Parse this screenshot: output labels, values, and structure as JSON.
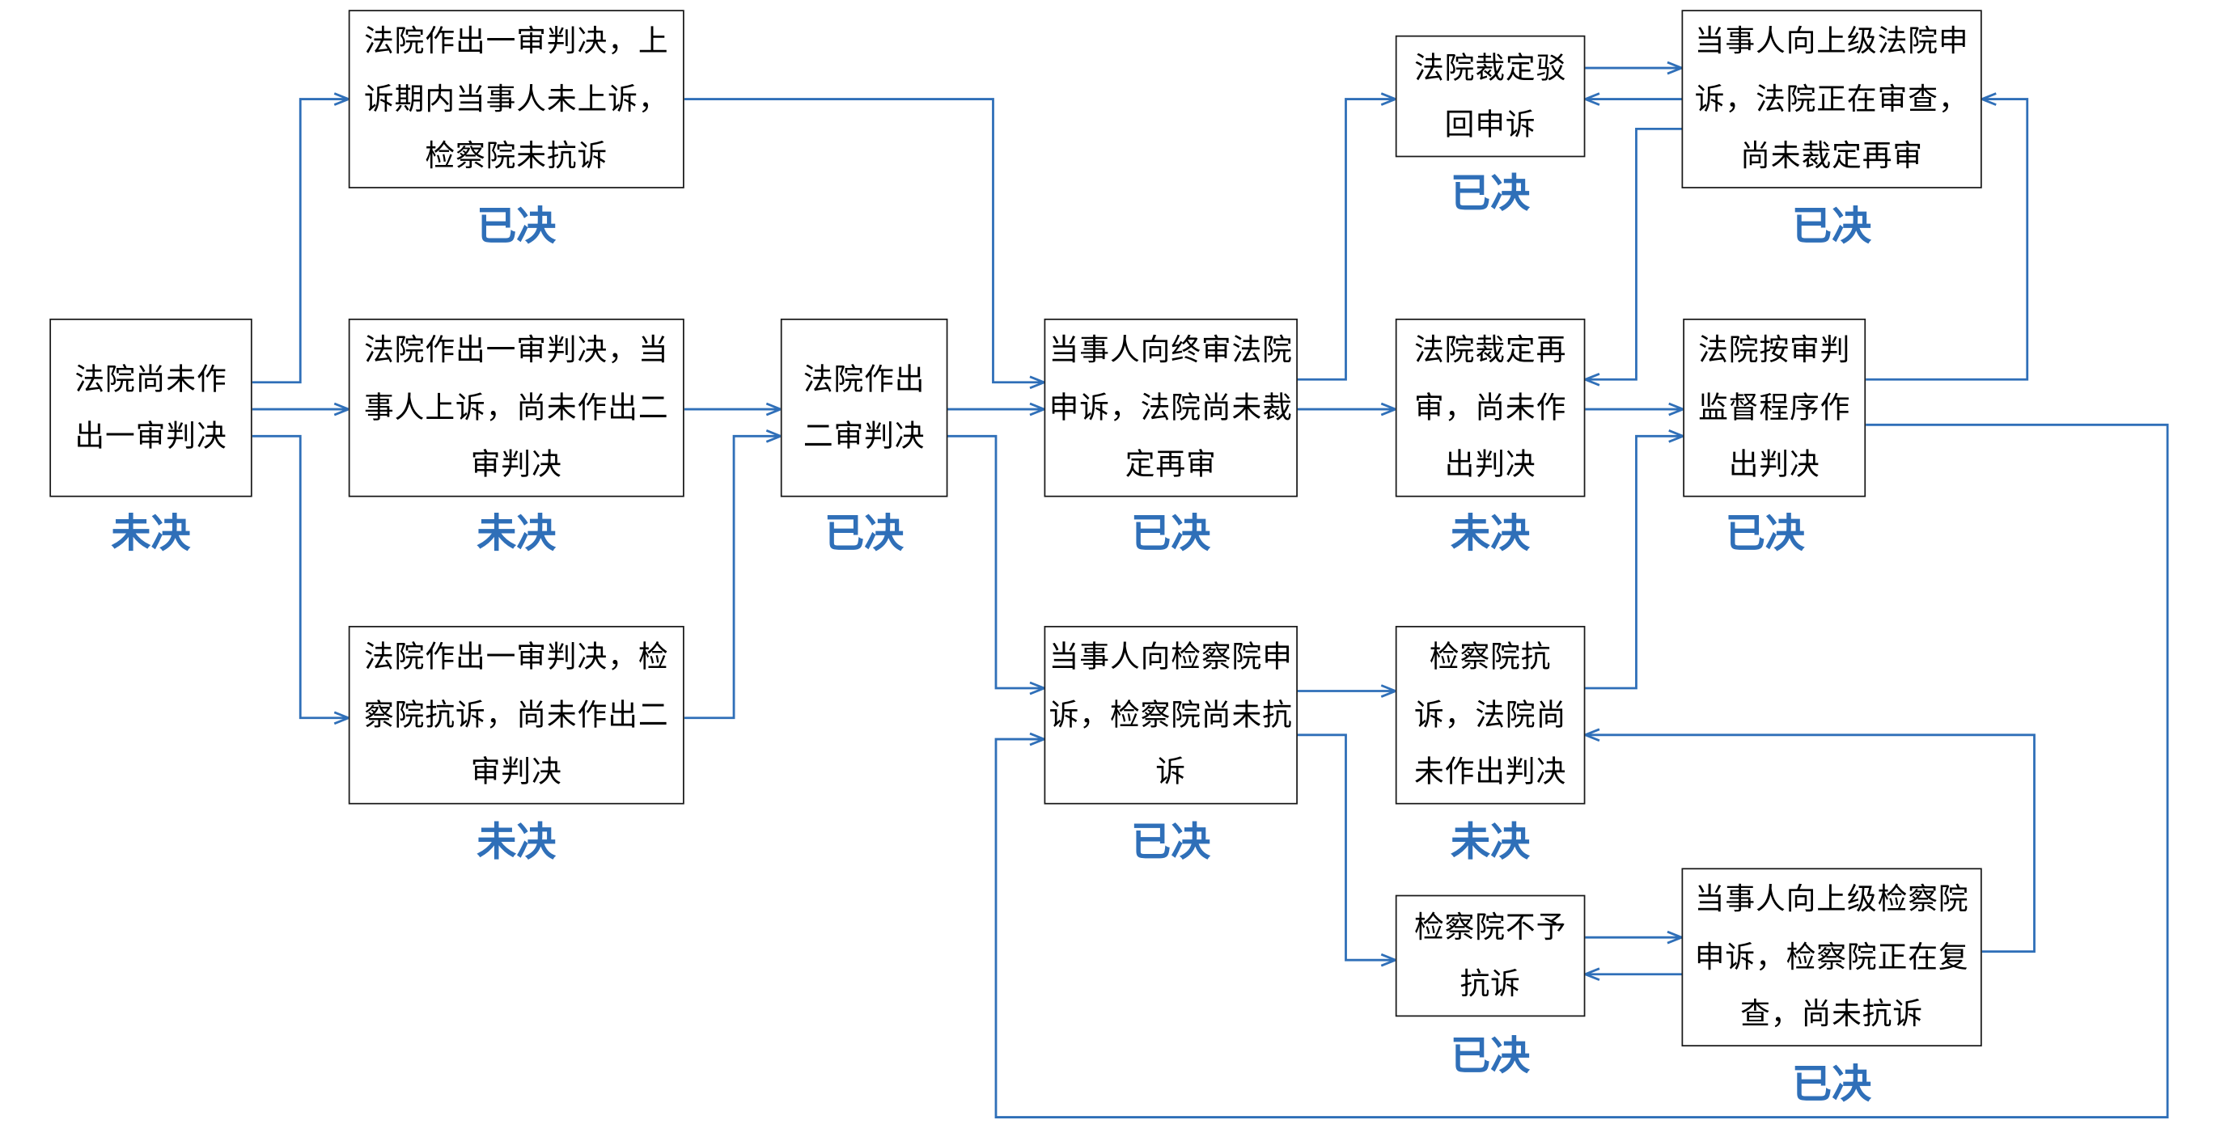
{
  "nodes": {
    "n_initial": {
      "text": "法院尚未作出一审判决",
      "status": "未决"
    },
    "n_first_final": {
      "text": "法院作出一审判决，上诉期内当事人未上诉，检察院未抗诉",
      "status": "已决"
    },
    "n_first_appeal": {
      "text": "法院作出一审判决，当事人上诉，尚未作出二审判决",
      "status": "未决"
    },
    "n_first_protest": {
      "text": "法院作出一审判决，检察院抗诉，尚未作出二审判决",
      "status": "未决"
    },
    "n_second": {
      "text": "法院作出二审判决",
      "status": "已决"
    },
    "n_petition_court": {
      "text": "当事人向终审法院申诉，法院尚未裁定再审",
      "status": "已决"
    },
    "n_petition_proc": {
      "text": "当事人向检察院申诉，检察院尚未抗诉",
      "status": "已决"
    },
    "n_reject": {
      "text": "法院裁定驳回申诉",
      "status": "已决"
    },
    "n_retrial": {
      "text": "法院裁定再审，尚未作出判决",
      "status": "未决"
    },
    "n_proc_protest": {
      "text": "检察院抗诉，法院尚未作出判决",
      "status": "未决"
    },
    "n_proc_no": {
      "text": "检察院不予抗诉",
      "status": "已决"
    },
    "n_upper_court": {
      "text": "当事人向上级法院申诉，法院正在审查，尚未裁定再审",
      "status": "已决"
    },
    "n_supervision": {
      "text": "法院按审判监督程序作出判决",
      "status": "已决"
    },
    "n_upper_proc": {
      "text": "当事人向上级检察院申诉，检察院正在复查，尚未抗诉",
      "status": "已决"
    }
  },
  "colors": {
    "arrow": "#2f6fb8",
    "status": "#2f6fb8",
    "border": "#1a1a1a"
  }
}
